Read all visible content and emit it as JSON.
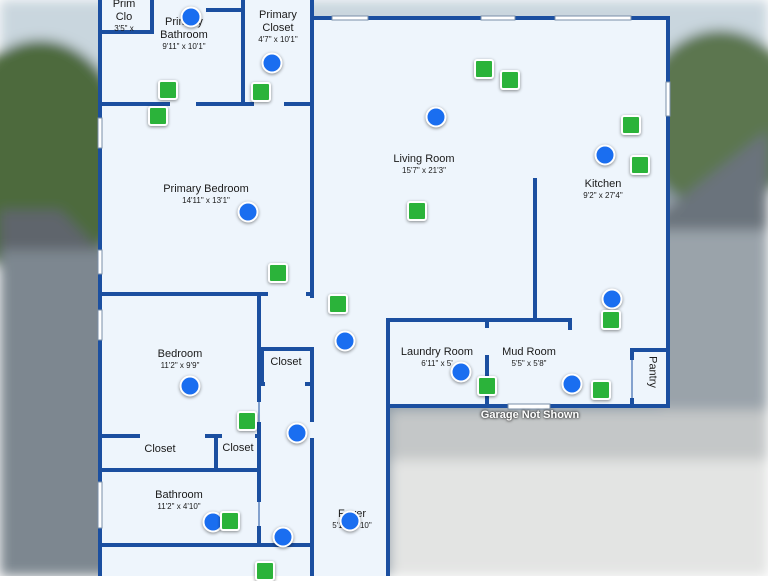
{
  "rooms": {
    "primary_closet_small": {
      "name": "Prim Clo",
      "dims": "3'5\" x"
    },
    "primary_bathroom": {
      "name": "Primary Bathroom",
      "dims": "9'11\" x 10'1\""
    },
    "primary_closet": {
      "name": "Primary Closet",
      "dims": "4'7\" x 10'1\""
    },
    "living_room": {
      "name": "Living Room",
      "dims": "15'7\" x 21'3\""
    },
    "kitchen": {
      "name": "Kitchen",
      "dims": "9'2\" x 27'4\""
    },
    "primary_bedroom": {
      "name": "Primary Bedroom",
      "dims": "14'11\" x 13'1\""
    },
    "bedroom": {
      "name": "Bedroom",
      "dims": "11'2\" x 9'9\""
    },
    "closet_hall": {
      "name": "Closet"
    },
    "closet_left": {
      "name": "Closet"
    },
    "closet_right": {
      "name": "Closet"
    },
    "laundry_room": {
      "name": "Laundry Room",
      "dims": "6'11\" x 5'"
    },
    "mud_room": {
      "name": "Mud Room",
      "dims": "5'5\" x 5'8\""
    },
    "pantry": {
      "name": "Pantry"
    },
    "bathroom": {
      "name": "Bathroom",
      "dims": "11'2\" x 4'10\""
    },
    "foyer": {
      "name": "Foyer",
      "dims": "5'1\" x 5'10\""
    }
  },
  "garage_note": "Garage Not Shown",
  "colors": {
    "wall": "#1b4fa0",
    "floor": "#eef5fc",
    "marker_blue": "#1a6ef0",
    "marker_green": "#2bb33a"
  }
}
